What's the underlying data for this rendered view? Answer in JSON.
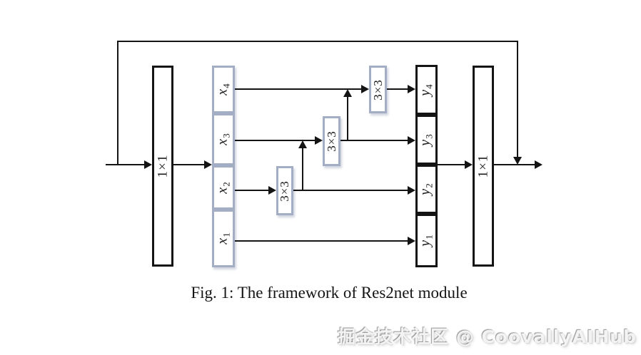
{
  "figure": {
    "caption": "Fig. 1: The framework of Res2net module",
    "watermark": "掘金技术社区 @ CoovallyAIHub",
    "blocks": {
      "conv_in": "1×1",
      "conv_out": "1×1",
      "k1": "3×3",
      "k2": "3×3",
      "k3": "3×3"
    },
    "splits": [
      {
        "base": "x",
        "sub": "4"
      },
      {
        "base": "x",
        "sub": "3"
      },
      {
        "base": "x",
        "sub": "2"
      },
      {
        "base": "x",
        "sub": "1"
      }
    ],
    "outputs": [
      {
        "base": "y",
        "sub": "4"
      },
      {
        "base": "y",
        "sub": "3"
      },
      {
        "base": "y",
        "sub": "2"
      },
      {
        "base": "y",
        "sub": "1"
      }
    ],
    "colors": {
      "line": "#141414",
      "light_border": "#a3aec4"
    }
  }
}
